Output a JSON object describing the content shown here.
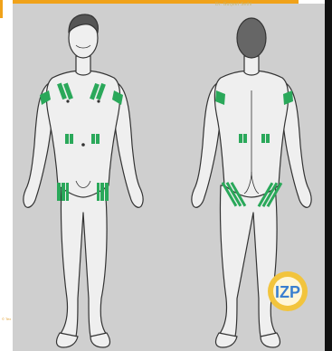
{
  "credits": {
    "top": "Dr. Gurjeet Sethi",
    "bottom": "© Tex"
  },
  "logo": {
    "text": "IZP"
  },
  "colors": {
    "background": "#cfcfcf",
    "skin": "#efefef",
    "outline": "#333333",
    "injection_site": "#2aa85a",
    "logo_blue": "#3a7fd0",
    "logo_gold": "#f2c43d",
    "accent_orange": "#f0a21a"
  },
  "figures": [
    {
      "name": "front",
      "sites": [
        "deltoid-left",
        "deltoid-right",
        "pectoral-left",
        "pectoral-right",
        "abdomen-left",
        "abdomen-right",
        "thigh-left",
        "thigh-right"
      ]
    },
    {
      "name": "back",
      "sites": [
        "deltoid-left",
        "deltoid-right",
        "flank-left",
        "flank-right",
        "gluteal-left",
        "gluteal-right"
      ]
    }
  ]
}
